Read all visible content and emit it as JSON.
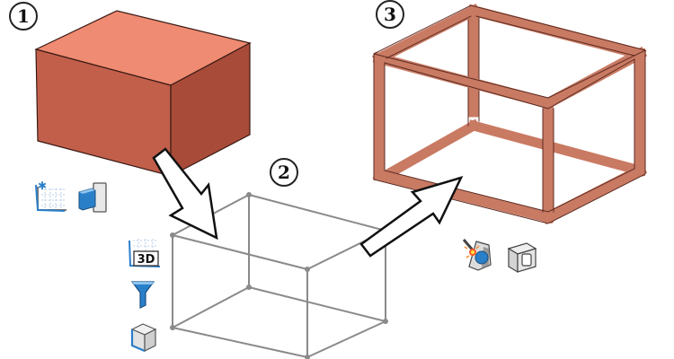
{
  "diagram": {
    "steps": [
      {
        "label": "1"
      },
      {
        "label": "2"
      },
      {
        "label": "3"
      }
    ],
    "badge_3d": "3D",
    "icons": {
      "step1": [
        "new-sketch-icon",
        "extrude-boss-icon"
      ],
      "step2": [
        "3d-sketch-icon",
        "filter-funnel-icon",
        "box-view-icon"
      ],
      "step3": [
        "weldment-feature-icon",
        "structural-member-icon"
      ]
    },
    "colors": {
      "solid_front": "#c25e4a",
      "solid_top": "#ee8a70",
      "solid_side": "#a84a38",
      "frame_member": "#c97a63",
      "frame_edge": "#5a2a20",
      "wireframe": "#8a8a8a",
      "arrow_stroke": "#111111",
      "icon_blue": "#2a7fc9"
    }
  }
}
